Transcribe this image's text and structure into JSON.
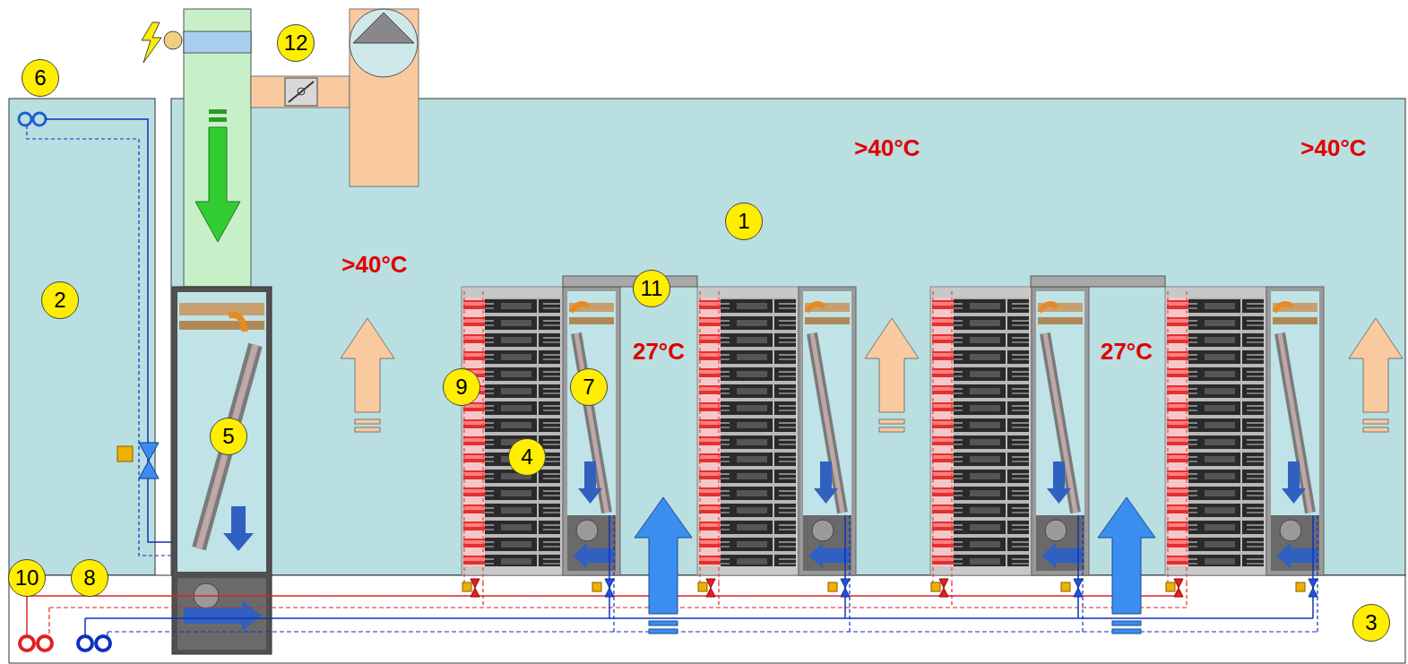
{
  "diagram": {
    "labels": [
      "6",
      "12",
      ">40°C",
      ">40°C",
      "1",
      "2",
      ">40°C",
      "11",
      "27°C",
      "27°C",
      "9",
      "7",
      "5",
      "4",
      "10",
      "8",
      "3"
    ]
  }
}
